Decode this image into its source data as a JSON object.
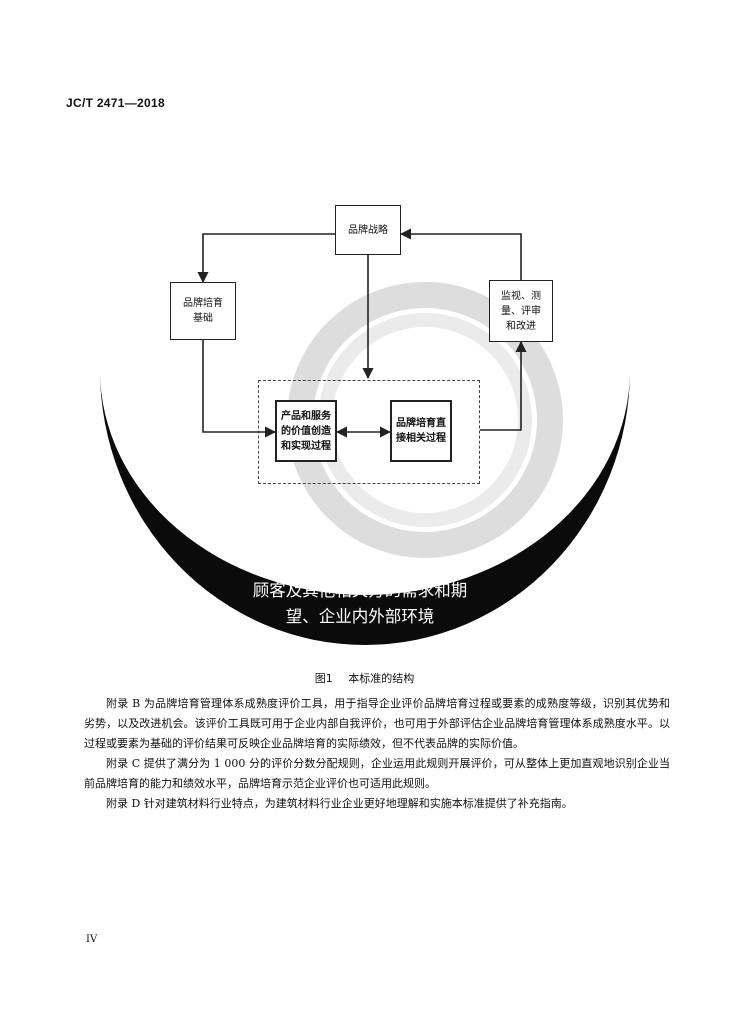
{
  "header": {
    "standard_code": "JC/T  2471—2018"
  },
  "diagram": {
    "nodes": {
      "brand_strategy": "品牌战略",
      "brand_foundation": "品牌培育\n基础",
      "monitoring": "监视、测\n量、评审\n和改进",
      "value_creation": "产品和服务\n的价值创造\n和实现过程",
      "direct_process": "品牌培育直\n接相关过程"
    },
    "band_text": "顾客及其他相关方的需求和期\n望、企业内外部环境"
  },
  "caption": {
    "number": "图1",
    "title": "本标准的结构"
  },
  "paragraphs": [
    "附录 B 为品牌培育管理体系成熟度评价工具，用于指导企业评价品牌培育过程或要素的成熟度等级，识别其优势和劣势，以及改进机会。该评价工具既可用于企业内部自我评价，也可用于外部评估企业品牌培育管理体系成熟度水平。以过程或要素为基础的评价结果可反映企业品牌培育的实际绩效，但不代表品牌的实际价值。",
    "附录 C 提供了满分为 1 000 分的评价分数分配规则，企业运用此规则开展评价，可从整体上更加直观地识别企业当前品牌培育的能力和绩效水平，品牌培育示范企业评价也可适用此规则。",
    "附录 D 针对建筑材料行业特点，为建筑材料行业企业更好地理解和实施本标准提供了补充指南。"
  ],
  "footer": {
    "page_number": "IV"
  }
}
